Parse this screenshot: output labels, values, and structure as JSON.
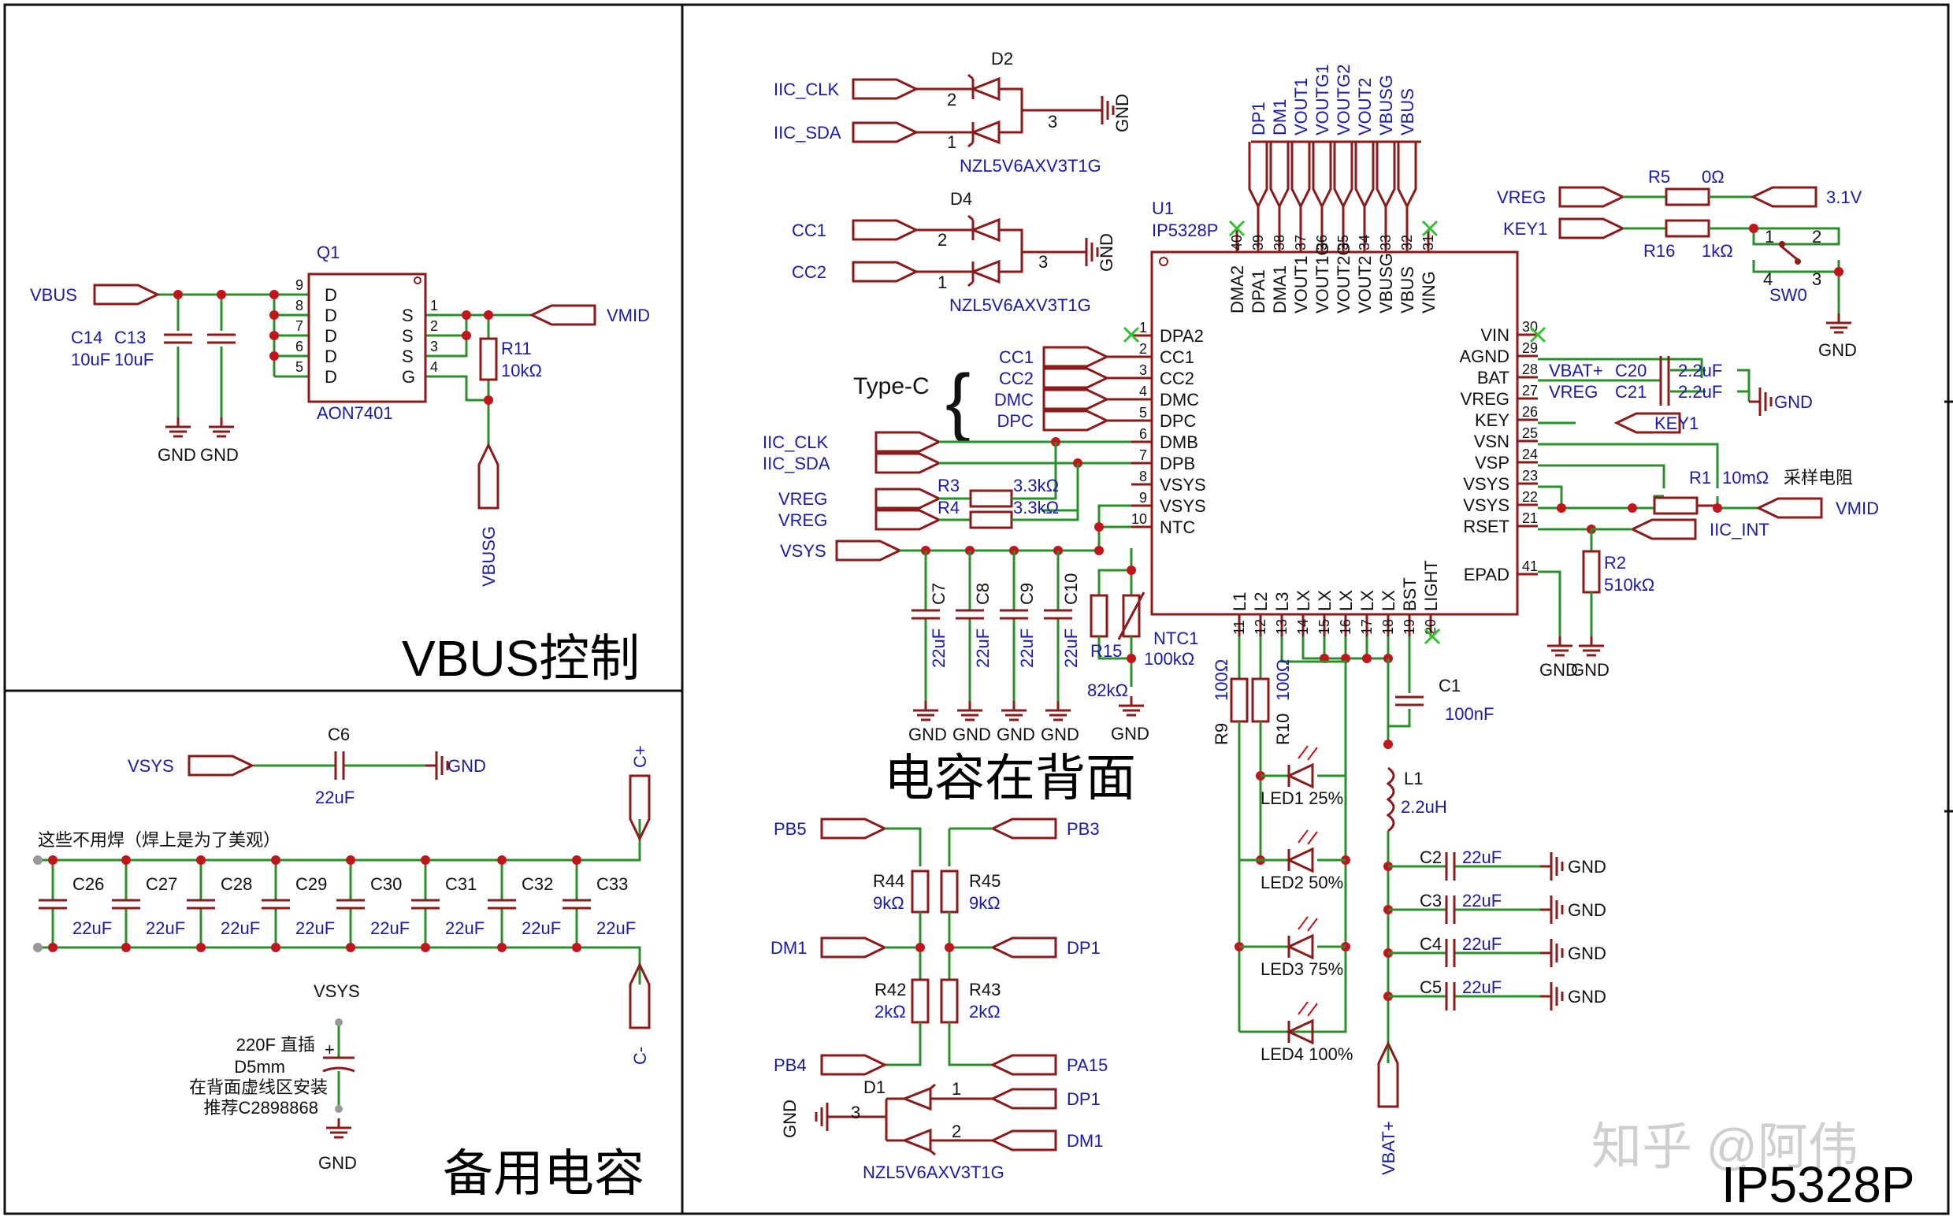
{
  "sections": {
    "vbus_title": "VBUS控制",
    "backup_title": "备用电容",
    "chip_title": "IP5328P",
    "back_note": "电容在背面",
    "watermark": "知乎 @阿伟"
  },
  "vbus_ctrl": {
    "net_vbus": "VBUS",
    "net_vmid": "VMID",
    "net_vbusg": "VBUSG",
    "q1_ref": "Q1",
    "q1_part": "AON7401",
    "q1_pins": [
      "9",
      "8",
      "7",
      "6",
      "5",
      "1",
      "2",
      "3",
      "4"
    ],
    "q1_labels": [
      "D",
      "D",
      "D",
      "D",
      "D",
      "S",
      "S",
      "S",
      "G"
    ],
    "c14": "C14",
    "c13": "C13",
    "c14_val": "10uF",
    "c13_val": "10uF",
    "r11": "R11",
    "r11_val": "10kΩ",
    "gnd": "GND"
  },
  "backup": {
    "vsys": "VSYS",
    "c6": "C6",
    "c6_val": "22uF",
    "gnd": "GND",
    "note": "这些不用焊（焊上是为了美观）",
    "caps": [
      "C26",
      "C27",
      "C28",
      "C29",
      "C30",
      "C31",
      "C32",
      "C33"
    ],
    "cap_val": "22uF",
    "cplus": "C+",
    "cminus": "C-",
    "big_cap_lines": [
      "220F 直插",
      "D5mm",
      "在背面虚线区安装",
      "推荐C2898868"
    ]
  },
  "esd": {
    "d2": "D2",
    "d4": "D4",
    "d1": "D1",
    "part": "NZL5V6AXV3T1G",
    "iic_clk": "IIC_CLK",
    "iic_sda": "IIC_SDA",
    "cc1": "CC1",
    "cc2": "CC2",
    "dp1": "DP1",
    "dm1": "DM1",
    "gnd": "GND",
    "pin1": "1",
    "pin2": "2",
    "pin3": "3"
  },
  "ic": {
    "ref": "U1",
    "part": "IP5328P",
    "top_nets": [
      "DP1",
      "DM1",
      "VOUT1",
      "VOUTG1",
      "VOUTG2",
      "VOUT2",
      "VBUSG",
      "VBUS"
    ],
    "top_pins": [
      {
        "num": "40",
        "name": "DMA2"
      },
      {
        "num": "39",
        "name": "DPA1"
      },
      {
        "num": "38",
        "name": "DMA1"
      },
      {
        "num": "37",
        "name": "VOUT1"
      },
      {
        "num": "36",
        "name": "VOUT1G"
      },
      {
        "num": "35",
        "name": "VOUT2G"
      },
      {
        "num": "34",
        "name": "VOUT2"
      },
      {
        "num": "33",
        "name": "VBUSG"
      },
      {
        "num": "32",
        "name": "VBUS"
      },
      {
        "num": "31",
        "name": "VING"
      }
    ],
    "left_pins": [
      {
        "num": "1",
        "name": "DPA2"
      },
      {
        "num": "2",
        "name": "CC1"
      },
      {
        "num": "3",
        "name": "CC2"
      },
      {
        "num": "4",
        "name": "DMC"
      },
      {
        "num": "5",
        "name": "DPC"
      },
      {
        "num": "6",
        "name": "DMB"
      },
      {
        "num": "7",
        "name": "DPB"
      },
      {
        "num": "8",
        "name": "VSYS"
      },
      {
        "num": "9",
        "name": "VSYS"
      },
      {
        "num": "10",
        "name": "NTC"
      }
    ],
    "right_pins": [
      {
        "num": "30",
        "name": "VIN"
      },
      {
        "num": "29",
        "name": "AGND"
      },
      {
        "num": "28",
        "name": "BAT"
      },
      {
        "num": "27",
        "name": "VREG"
      },
      {
        "num": "26",
        "name": "KEY"
      },
      {
        "num": "25",
        "name": "VSN"
      },
      {
        "num": "24",
        "name": "VSP"
      },
      {
        "num": "23",
        "name": "VSYS"
      },
      {
        "num": "22",
        "name": "VSYS"
      },
      {
        "num": "21",
        "name": "RSET"
      },
      {
        "num": "41",
        "name": "EPAD"
      }
    ],
    "bottom_pins": [
      {
        "num": "11",
        "name": "L1"
      },
      {
        "num": "12",
        "name": "L2"
      },
      {
        "num": "13",
        "name": "L3"
      },
      {
        "num": "14",
        "name": "LX"
      },
      {
        "num": "15",
        "name": "LX"
      },
      {
        "num": "16",
        "name": "LX"
      },
      {
        "num": "17",
        "name": "LX"
      },
      {
        "num": "18",
        "name": "LX"
      },
      {
        "num": "19",
        "name": "BST"
      },
      {
        "num": "20",
        "name": "LIGHT"
      }
    ]
  },
  "left_nets": {
    "typec": "Type-C",
    "cc1": "CC1",
    "cc2": "CC2",
    "dmc": "DMC",
    "dpc": "DPC",
    "iic_clk": "IIC_CLK",
    "iic_sda": "IIC_SDA",
    "vreg": "VREG",
    "vsys": "VSYS",
    "r3": "R3",
    "r4": "R4",
    "r3_val": "3.3kΩ",
    "r4_val": "3.3kΩ",
    "caps": [
      "C7",
      "C8",
      "C9",
      "C10"
    ],
    "cap_val": "22uF",
    "gnd": "GND",
    "r15": "R15",
    "r15_val": "82kΩ",
    "ntc1": "NTC1",
    "ntc1_val": "100kΩ"
  },
  "right_nets": {
    "vreg": "VREG",
    "key1": "KEY1",
    "r5": "R5",
    "r5_val": "0Ω",
    "v31": "3.1V",
    "r16": "R16",
    "r16_val": "1kΩ",
    "sw0": "SW0",
    "sw_pins": [
      "1",
      "2",
      "3",
      "4"
    ],
    "gnd": "GND",
    "vbat_plus": "VBAT+",
    "c20": "C20",
    "vreg2": "VREG",
    "c21": "C21",
    "c20_val": "2.2uF",
    "c21_val": "2.2uF",
    "key1_b": "KEY1",
    "r1": "R1",
    "r1_val": "10mΩ",
    "sense_note": "采样电阻",
    "vmid": "VMID",
    "iic_int": "IIC_INT",
    "r2": "R2",
    "r2_val": "510kΩ"
  },
  "power": {
    "c1": "C1",
    "c1_val": "100nF",
    "l1": "L1",
    "l1_val": "2.2uH",
    "caps": [
      "C2",
      "C3",
      "C4",
      "C5"
    ],
    "cap_val": "22uF",
    "gnd": "GND",
    "vbat": "VBAT+",
    "r9": "R9",
    "r10": "R10",
    "r9_val": "100Ω",
    "r10_val": "100Ω",
    "leds": [
      "LED1 25%",
      "LED2 50%",
      "LED3 75%",
      "LED4 100%"
    ]
  },
  "usb_div": {
    "pb5": "PB5",
    "pb3": "PB3",
    "dm1": "DM1",
    "dp1": "DP1",
    "pb4": "PB4",
    "pa15": "PA15",
    "r44": "R44",
    "r45": "R45",
    "r44_val": "9kΩ",
    "r45_val": "9kΩ",
    "r42": "R42",
    "r43": "R43",
    "r42_val": "2kΩ",
    "r43_val": "2kΩ"
  }
}
